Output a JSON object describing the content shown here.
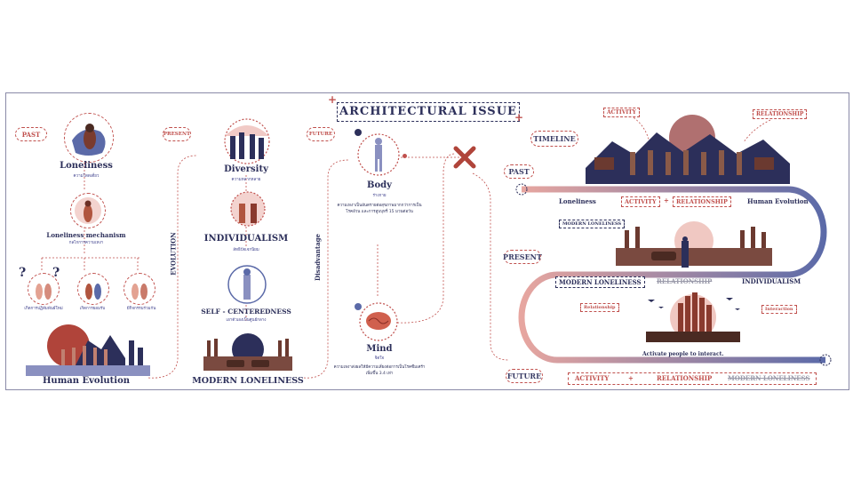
{
  "header": {
    "title": "ARCHITECTURAL ISSUE"
  },
  "left": {
    "past_label": "PAST",
    "present_label": "PRESENT",
    "future_label": "FUTURE",
    "loneliness": {
      "title": "Loneliness",
      "thai": "ความโดดเดี่ยว"
    },
    "mechanism": {
      "title": "Loneliness mechanism",
      "thai": "กลไกการความเหงา"
    },
    "sub_items": [
      {
        "thai": "เกิดการปฏิสัมพันธ์ใหม่"
      },
      {
        "thai": "เกิดการยอมรับ"
      },
      {
        "thai": "มีกิจกรรมร่วมกัน"
      }
    ],
    "human_evolution": "Human Evolution",
    "evolution_label": "EVOLUTION",
    "diversity": {
      "title": "Diversity",
      "thai": "ความหลากหลาย"
    },
    "individualism": {
      "title": "INDIVIDUALISM",
      "thai": "ลัทธิปัจเจกนิยม"
    },
    "self_centeredness": {
      "title": "SELF - CENTEREDNESS",
      "thai": "เอาตัวเองเป็นศูนย์กลาง"
    },
    "modern_loneliness": "MODERN LONELINESS",
    "disadvantage_label": "Disadvantage",
    "body": {
      "title": "Body",
      "thai": "ร่างกาย",
      "desc": "ความเหงาเป็นอันตรายต่อสุขภาพมากกว่าการเป็นโรคอ้วน และการสูบบุหรี่ 15 มวนต่อวัน"
    },
    "mind": {
      "title": "Mind",
      "thai": "จิตใจ",
      "desc": "ความเหงาส่งผลให้มีความเสี่ยงต่อการเป็นโรคซึมเศร้า เพิ่มขึ้น 3.4 เท่า"
    }
  },
  "right": {
    "activity_tag": "ACTIVITY",
    "relationship_tag": "RELATIONSHIP",
    "timeline_label": "TIMELINE",
    "past_label": "PAST",
    "present_label": "PRESENT",
    "future_label": "FUTURE",
    "row1": {
      "left": "Loneliness",
      "a": "ACTIVITY",
      "plus": "+",
      "b": "RELATIONSHIP",
      "right": "Human Evolution"
    },
    "modern_tag": "MODERN LONELINESS",
    "row2": {
      "left": "MODERN LONELINESS",
      "mid": "RELATIONSHIP",
      "right": "INDIVIDUALISM"
    },
    "relationship_small": "Relationship",
    "interaction_small": "Interaction",
    "activate": "Activate people to interact.",
    "row3": {
      "a": "ACTIVITY",
      "plus": "+",
      "b": "RELATIONSHIP",
      "right": "MODERN LONELINESS"
    }
  },
  "colors": {
    "navy": "#2c2f5a",
    "red": "#c0504d",
    "pink": "#e7a6a0",
    "blue": "#5b6aa8"
  }
}
